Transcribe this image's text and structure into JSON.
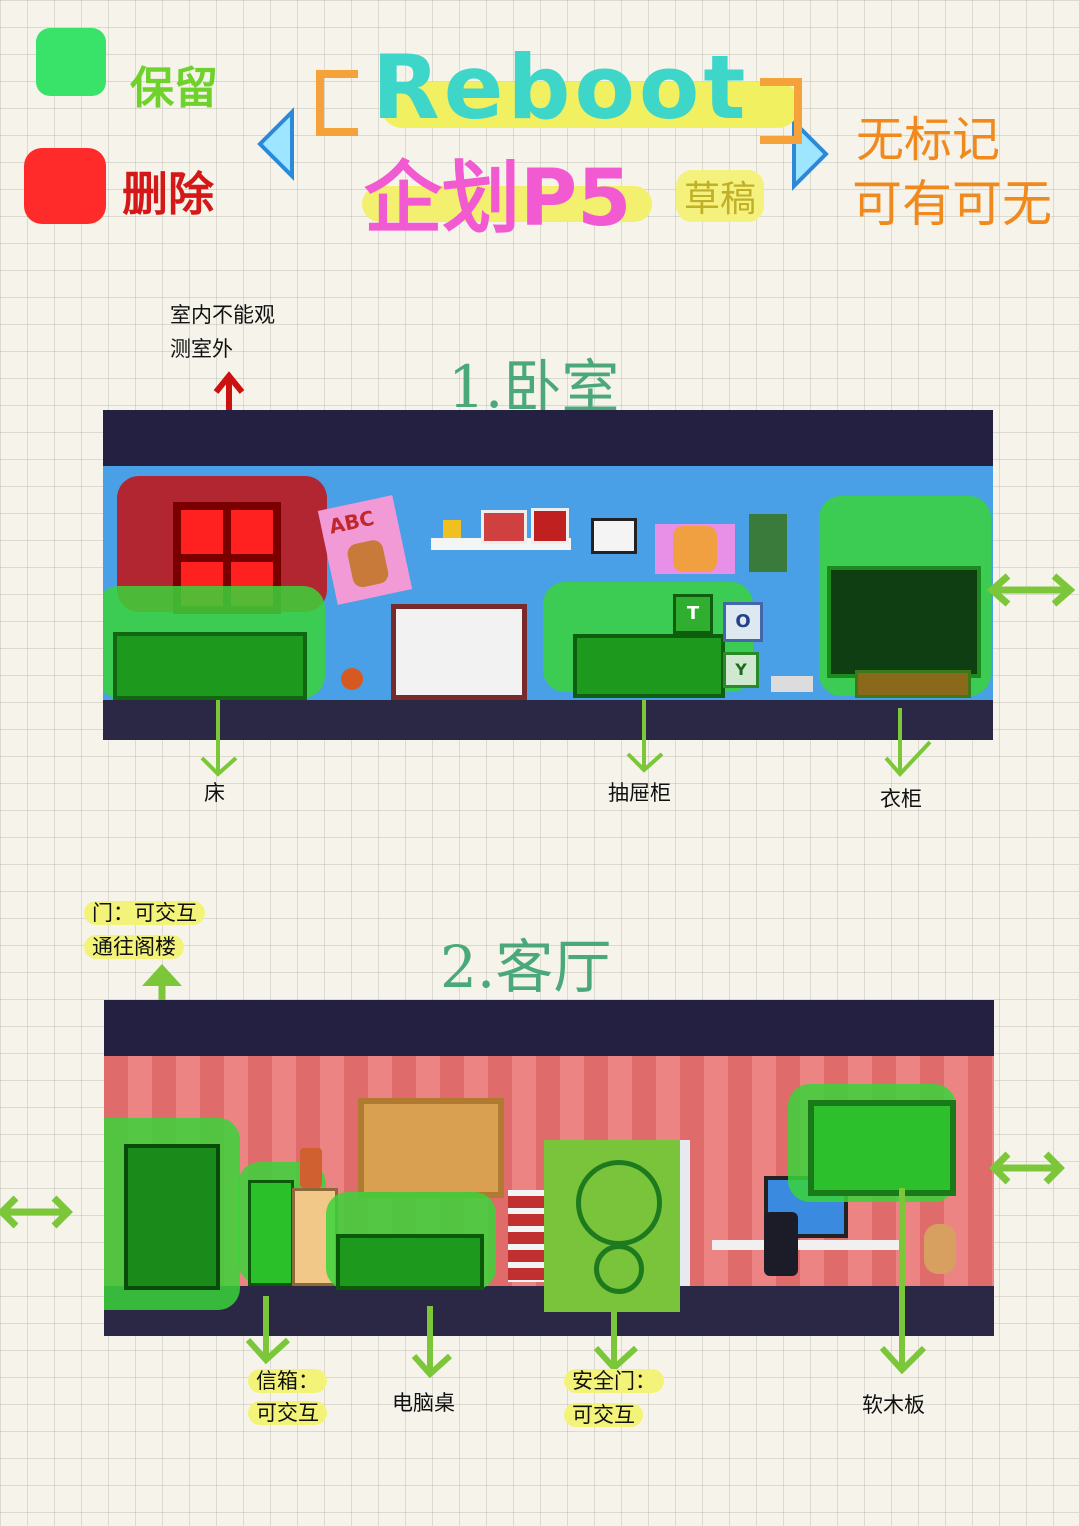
{
  "legend": {
    "keep_label": "保留",
    "delete_label": "删除",
    "keep_color": "#39e36a",
    "delete_color": "#ff2a2a"
  },
  "header": {
    "title_main": "Reboot",
    "title_sub": "企划P5",
    "title_tag": "草稿",
    "note_line1": "无标记",
    "note_line2": "可有可无"
  },
  "bedroom": {
    "heading": "1.卧室",
    "window_note_line1": "室内不能观",
    "window_note_line2": "测室外",
    "poster_text": "ABC",
    "bed_label": "床",
    "drawer_label": "抽屉柜",
    "wardrobe_label": "衣柜",
    "cube_letters": [
      "T",
      "O",
      "Y"
    ]
  },
  "living_room": {
    "heading": "2.客厅",
    "door_note_line1": "门：可交互",
    "door_note_line2": "通往阁楼",
    "mailbox_label_line1": "信箱：",
    "mailbox_label_line2": "可交互",
    "desk_label": "电脑桌",
    "safe_door_label_line1": "安全门：",
    "safe_door_label_line2": "可交互",
    "corkboard_label": "软木板"
  },
  "colors": {
    "arrow_green": "#7cc63a",
    "arrow_red": "#cc1111",
    "bedroom_wall": "#4aa0e6",
    "livingroom_wall": "#e06b6b"
  }
}
